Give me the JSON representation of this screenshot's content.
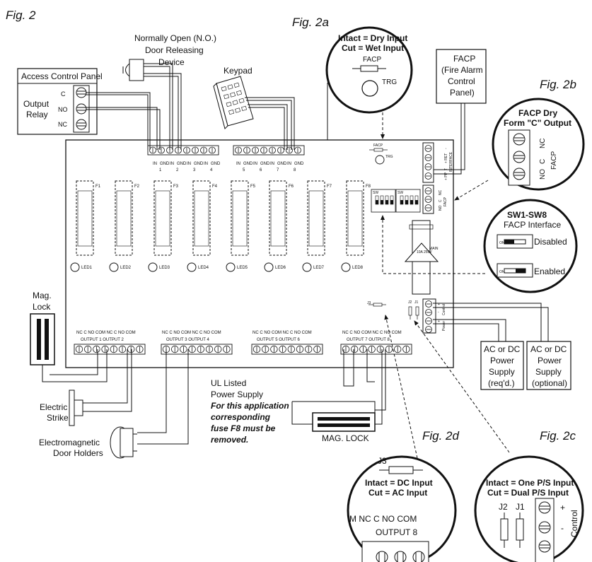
{
  "figures": {
    "fig2": "Fig. 2",
    "fig2a": "Fig. 2a",
    "fig2b": "Fig. 2b",
    "fig2c": "Fig. 2c",
    "fig2d": "Fig. 2d"
  },
  "access_control": {
    "title": "Access Control Panel",
    "output": "Output",
    "relay": "Relay",
    "c": "C",
    "no": "NO",
    "nc": "NC"
  },
  "door_release": {
    "line1": "Normally Open (N.O.)",
    "line2": "Door Releasing",
    "line3": "Device"
  },
  "keypad": {
    "title": "Keypad"
  },
  "fig2a": {
    "line1": "Intact = Dry Input",
    "line2": "Cut = Wet Input",
    "facp": "FACP",
    "trg": "TRG"
  },
  "facp_panel": {
    "line1": "FACP",
    "line2": "(Fire Alarm",
    "line3": "Control",
    "line4": "Panel)"
  },
  "fig2b": {
    "line1": "FACP Dry",
    "line2": "Form \"C\" Output",
    "nc": "NC",
    "c": "C",
    "no": "NO",
    "facp": "FACP"
  },
  "sw": {
    "title": "SW1-SW8",
    "subtitle": "FACP Interface",
    "disabled": "Disabled",
    "enabled": "Enabled",
    "on": "ON"
  },
  "board": {
    "inputs_left": {
      "terms": [
        "IN",
        "GND",
        "IN",
        "GND",
        "IN",
        "GND",
        "IN",
        "GND"
      ],
      "nums": [
        "1",
        "2",
        "3",
        "4"
      ]
    },
    "inputs_right": {
      "terms": [
        "IN",
        "GND",
        "IN",
        "GND",
        "IN",
        "GND",
        "IN",
        "GND"
      ],
      "nums": [
        "5",
        "6",
        "7",
        "8"
      ]
    },
    "fuses": [
      "F1",
      "F2",
      "F3",
      "F4",
      "F5",
      "F6",
      "F7",
      "F8"
    ],
    "leds": [
      "LED1",
      "LED2",
      "LED3",
      "LED4",
      "LED5",
      "LED6",
      "LED7",
      "LED8"
    ],
    "facp_mini": "FACP",
    "trg_mini": "TRG",
    "interface_labels": {
      "plus_ret": "+ RET",
      "minus": "-",
      "t": "T",
      "plus_pp": "+ PP",
      "interface": "INTERFACE"
    },
    "facp_side": {
      "no": "NO",
      "c": "C",
      "nc": "NC",
      "facp": "FACP"
    },
    "dip_labels": {
      "sw": "SW",
      "on": "ON"
    },
    "main_fuse": {
      "label": "MAIN",
      "rating": "10A 250V"
    },
    "j3": "J3",
    "j2": "J2",
    "j1": "J1",
    "power_labels": {
      "control": "Control",
      "power": "Power",
      "plus": "+",
      "minus": "-"
    },
    "outputs": [
      {
        "terms": "NC  C  NO COM  NC  C  NO COM",
        "names": "OUTPUT 1          OUTPUT 2"
      },
      {
        "terms": "NC  C  NO COM  NC  C  NO COM",
        "names": "OUTPUT 3          OUTPUT 4"
      },
      {
        "terms": "NC  C  NO COM  NC  C  NO COM",
        "names": "OUTPUT 5          OUTPUT 6"
      },
      {
        "terms": "NC  C  NO COM  NC  C  NO COM",
        "names": "OUTPUT 7          OUTPUT 8"
      }
    ]
  },
  "mag_lock_left": {
    "line1": "Mag.",
    "line2": "Lock"
  },
  "electric_strike": {
    "line1": "Electric",
    "line2": "Strike"
  },
  "em_holders": {
    "line1": "Electromagnetic",
    "line2": "Door Holders"
  },
  "ul_supply": {
    "line1": "UL Listed",
    "line2": "Power Supply",
    "note1": "For this application",
    "note2": "corresponding",
    "note3": "fuse F8 must be",
    "note4": "removed."
  },
  "mag_lock_bottom": {
    "label": "MAG. LOCK"
  },
  "supply1": {
    "line1": "AC or DC",
    "line2": "Power",
    "line3": "Supply",
    "line4": "(req'd.)"
  },
  "supply2": {
    "line1": "AC or DC",
    "line2": "Power",
    "line3": "Supply",
    "line4": "(optional)"
  },
  "fig2d": {
    "j3": "J3",
    "line1": "Intact = DC Input",
    "line2": "Cut = AC Input",
    "terms": "M  NC    C   NO COM",
    "output": "OUTPUT 8"
  },
  "fig2c": {
    "line1": "Intact = One P/S Input",
    "line2": "Cut = Dual P/S Input",
    "j2": "J2",
    "j1": "J1",
    "plus": "+",
    "minus": "-",
    "control": "Control"
  }
}
